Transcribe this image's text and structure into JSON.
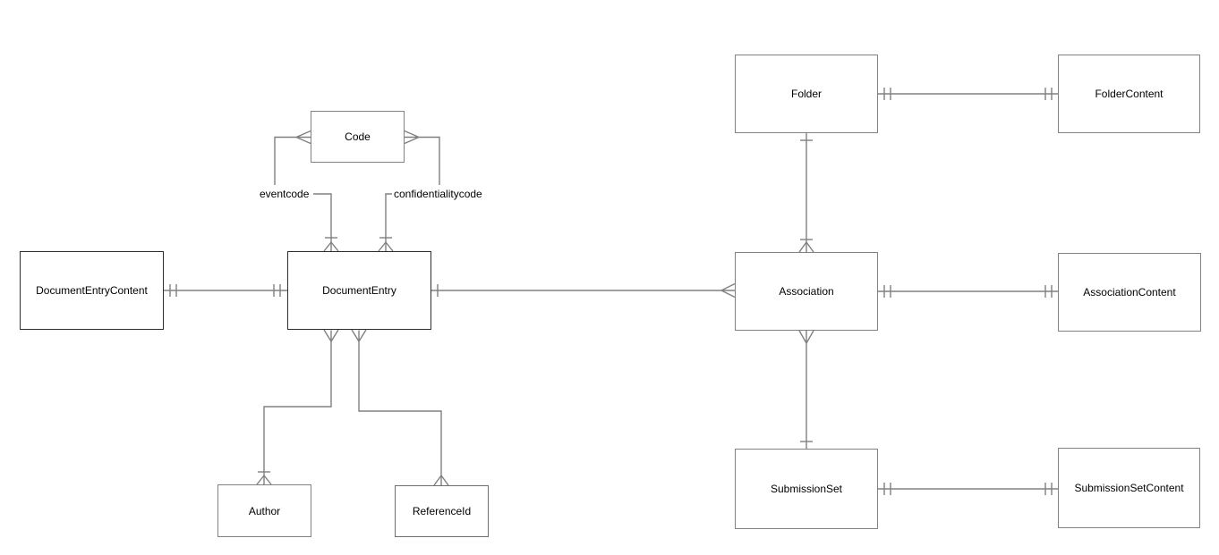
{
  "diagram": {
    "type": "entity-relationship",
    "notation": "crows-foot",
    "entities": [
      {
        "id": "code",
        "label": "Code"
      },
      {
        "id": "document-entry-content",
        "label": "DocumentEntryContent"
      },
      {
        "id": "document-entry",
        "label": "DocumentEntry"
      },
      {
        "id": "author",
        "label": "Author"
      },
      {
        "id": "reference-id",
        "label": "ReferenceId"
      },
      {
        "id": "folder",
        "label": "Folder"
      },
      {
        "id": "folder-content",
        "label": "FolderContent"
      },
      {
        "id": "association",
        "label": "Association"
      },
      {
        "id": "association-content",
        "label": "AssociationContent"
      },
      {
        "id": "submission-set",
        "label": "SubmissionSet"
      },
      {
        "id": "submission-set-content",
        "label": "SubmissionSetContent"
      }
    ],
    "edge_labels": {
      "eventcode": "eventcode",
      "confidentialitycode": "confidentialitycode"
    },
    "relationships": [
      {
        "source": "DocumentEntryContent",
        "target": "DocumentEntry",
        "source_marker": "one-and-only-one",
        "target_marker": "one-and-only-one",
        "label": ""
      },
      {
        "source": "DocumentEntry",
        "target": "Association",
        "source_marker": "one",
        "target_marker": "many",
        "label": ""
      },
      {
        "source": "Code",
        "target": "DocumentEntry",
        "source_marker": "many",
        "target_marker": "one-to-many",
        "label": "eventcode"
      },
      {
        "source": "Code",
        "target": "DocumentEntry",
        "source_marker": "many",
        "target_marker": "one-to-many",
        "label": "confidentialitycode"
      },
      {
        "source": "DocumentEntry",
        "target": "Author",
        "source_marker": "many",
        "target_marker": "one-to-many",
        "label": ""
      },
      {
        "source": "DocumentEntry",
        "target": "ReferenceId",
        "source_marker": "many",
        "target_marker": "many",
        "label": ""
      },
      {
        "source": "Folder",
        "target": "FolderContent",
        "source_marker": "one-and-only-one",
        "target_marker": "one-and-only-one",
        "label": ""
      },
      {
        "source": "Folder",
        "target": "Association",
        "source_marker": "one",
        "target_marker": "one-to-many",
        "label": ""
      },
      {
        "source": "Association",
        "target": "AssociationContent",
        "source_marker": "one-and-only-one",
        "target_marker": "one-and-only-one",
        "label": ""
      },
      {
        "source": "Association",
        "target": "SubmissionSet",
        "source_marker": "many",
        "target_marker": "one",
        "label": ""
      },
      {
        "source": "SubmissionSet",
        "target": "SubmissionSetContent",
        "source_marker": "one-and-only-one",
        "target_marker": "one-and-only-one",
        "label": ""
      }
    ],
    "colors": {
      "connector": "#808080",
      "entity_border": "#828282",
      "entity_border_dark": "#2e2e2e",
      "background": "#ffffff",
      "text": "#000000"
    }
  }
}
